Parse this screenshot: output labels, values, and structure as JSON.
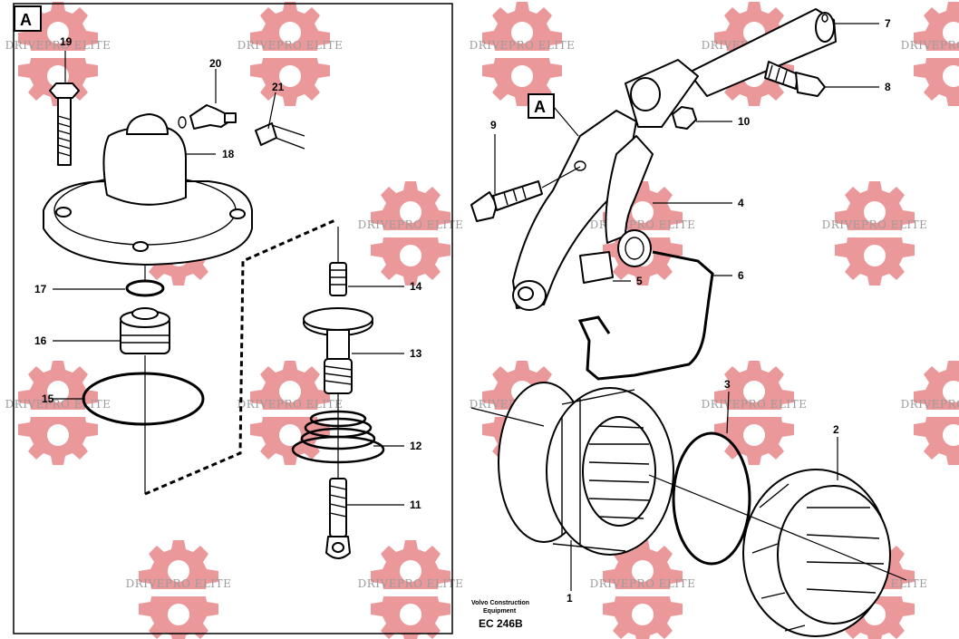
{
  "watermark": {
    "text": "DRIVEPRO ELITE",
    "gear_color": "#e8878a"
  },
  "detail_box": {
    "label": "A"
  },
  "reference_label": "A",
  "callouts": {
    "p1": "1",
    "p2": "2",
    "p3": "3",
    "p4": "4",
    "p5": "5",
    "p6": "6",
    "p7": "7",
    "p8": "8",
    "p9": "9",
    "p10": "10",
    "p11": "11",
    "p12": "12",
    "p13": "13",
    "p14": "14",
    "p15": "15",
    "p16": "16",
    "p17": "17",
    "p18": "18",
    "p19": "19",
    "p20": "20",
    "p21": "21"
  },
  "caption": {
    "line1": "Volvo Construction",
    "line2": "Equipment",
    "code": "EC 246B"
  }
}
